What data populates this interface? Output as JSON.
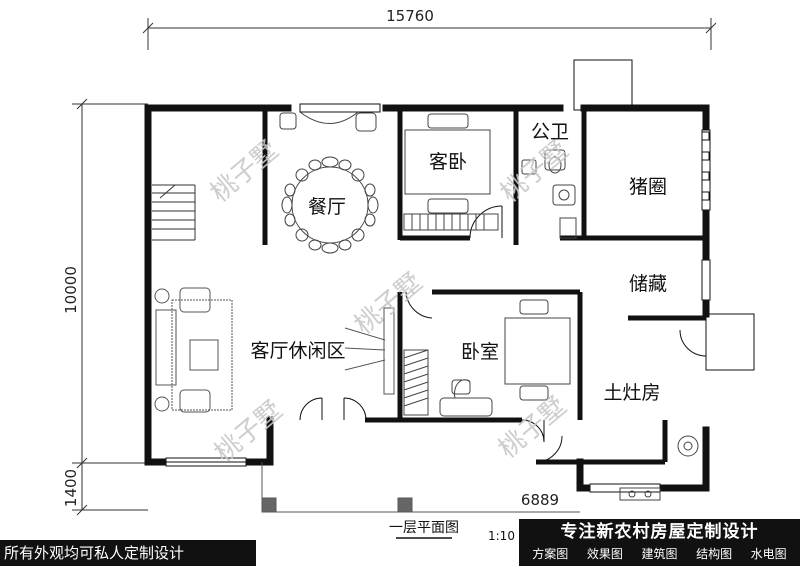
{
  "dimensions": {
    "top_width": "15760",
    "left_depth": "10000",
    "porch_depth": "1400",
    "porch_length": "6889"
  },
  "rooms": {
    "dining": "餐厅",
    "guest_bedroom": "客卧",
    "public_toilet": "公卫",
    "pigsty": "猪圈",
    "storage": "储藏",
    "living": "客厅休闲区",
    "bedroom": "卧室",
    "kitchen": "土灶房"
  },
  "plan_title": "一层平面图",
  "scale": "1:10",
  "watermark": "桃子墅",
  "footer": {
    "left": "所有外观均可私人定制设计",
    "title": "专注新农村房屋定制设计",
    "services": [
      "方案图",
      "效果图",
      "建筑图",
      "结构图",
      "水电图"
    ]
  }
}
